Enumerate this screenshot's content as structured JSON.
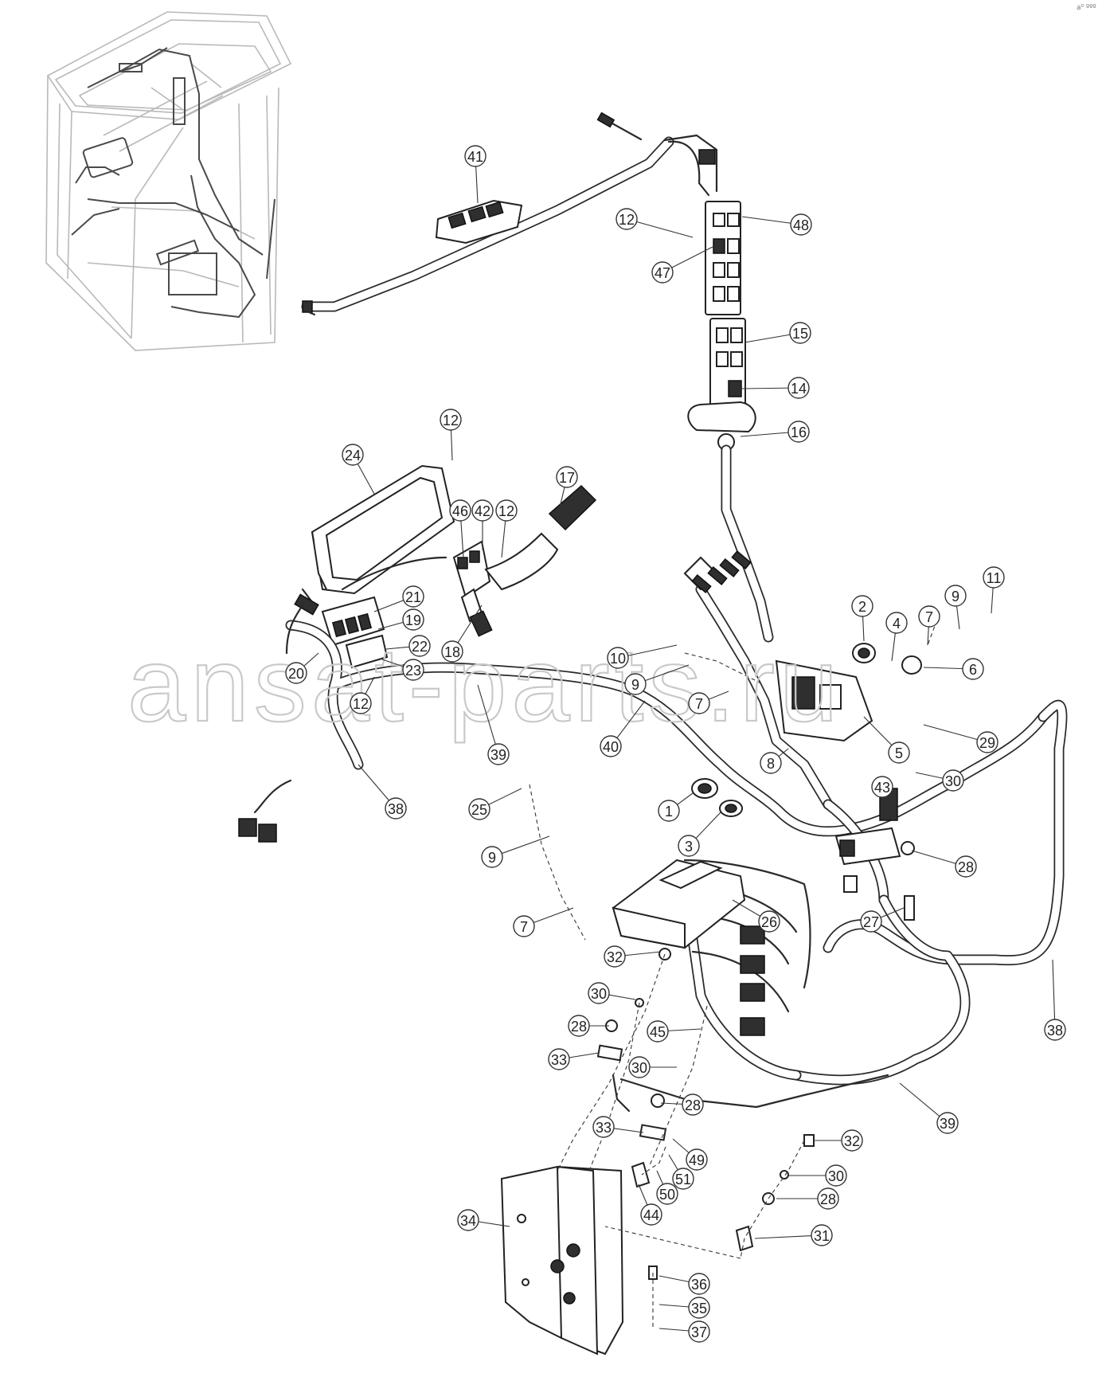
{
  "watermark": "ansat-parts.ru",
  "corner_mark": "a⁰ ººº",
  "callouts": [
    {
      "id": "c41",
      "n": "41"
    },
    {
      "id": "c12a",
      "n": "12"
    },
    {
      "id": "c48",
      "n": "48"
    },
    {
      "id": "c47",
      "n": "47"
    },
    {
      "id": "c15",
      "n": "15"
    },
    {
      "id": "c14",
      "n": "14"
    },
    {
      "id": "c16",
      "n": "16"
    },
    {
      "id": "c12b",
      "n": "12"
    },
    {
      "id": "c24",
      "n": "24"
    },
    {
      "id": "c17",
      "n": "17"
    },
    {
      "id": "c46",
      "n": "46"
    },
    {
      "id": "c42",
      "n": "42"
    },
    {
      "id": "c12c",
      "n": "12"
    },
    {
      "id": "c21",
      "n": "21"
    },
    {
      "id": "c19",
      "n": "19"
    },
    {
      "id": "c22",
      "n": "22"
    },
    {
      "id": "c18",
      "n": "18"
    },
    {
      "id": "c23",
      "n": "23"
    },
    {
      "id": "c20",
      "n": "20"
    },
    {
      "id": "c12d",
      "n": "12"
    },
    {
      "id": "c39a",
      "n": "39"
    },
    {
      "id": "c38a",
      "n": "38"
    },
    {
      "id": "c10",
      "n": "10"
    },
    {
      "id": "c9a",
      "n": "9"
    },
    {
      "id": "c7a",
      "n": "7"
    },
    {
      "id": "c40",
      "n": "40"
    },
    {
      "id": "c8",
      "n": "8"
    },
    {
      "id": "c2",
      "n": "2"
    },
    {
      "id": "c4",
      "n": "4"
    },
    {
      "id": "c7b",
      "n": "7"
    },
    {
      "id": "c9b",
      "n": "9"
    },
    {
      "id": "c11",
      "n": "11"
    },
    {
      "id": "c6",
      "n": "6"
    },
    {
      "id": "c5",
      "n": "5"
    },
    {
      "id": "c29",
      "n": "29"
    },
    {
      "id": "c30a",
      "n": "30"
    },
    {
      "id": "c1",
      "n": "1"
    },
    {
      "id": "c3",
      "n": "3"
    },
    {
      "id": "c43",
      "n": "43"
    },
    {
      "id": "c28a",
      "n": "28"
    },
    {
      "id": "c25",
      "n": "25"
    },
    {
      "id": "c9c",
      "n": "9"
    },
    {
      "id": "c7c",
      "n": "7"
    },
    {
      "id": "c26",
      "n": "26"
    },
    {
      "id": "c27",
      "n": "27"
    },
    {
      "id": "c32a",
      "n": "32"
    },
    {
      "id": "c30b",
      "n": "30"
    },
    {
      "id": "c28b",
      "n": "28"
    },
    {
      "id": "c33a",
      "n": "33"
    },
    {
      "id": "c45",
      "n": "45"
    },
    {
      "id": "c30c",
      "n": "30"
    },
    {
      "id": "c28c",
      "n": "28"
    },
    {
      "id": "c33b",
      "n": "33"
    },
    {
      "id": "c49",
      "n": "49"
    },
    {
      "id": "c51",
      "n": "51"
    },
    {
      "id": "c50",
      "n": "50"
    },
    {
      "id": "c44",
      "n": "44"
    },
    {
      "id": "c38b",
      "n": "38"
    },
    {
      "id": "c39b",
      "n": "39"
    },
    {
      "id": "c32b",
      "n": "32"
    },
    {
      "id": "c30d",
      "n": "30"
    },
    {
      "id": "c28d",
      "n": "28"
    },
    {
      "id": "c31",
      "n": "31"
    },
    {
      "id": "c34",
      "n": "34"
    },
    {
      "id": "c36",
      "n": "36"
    },
    {
      "id": "c35",
      "n": "35"
    },
    {
      "id": "c37",
      "n": "37"
    }
  ]
}
